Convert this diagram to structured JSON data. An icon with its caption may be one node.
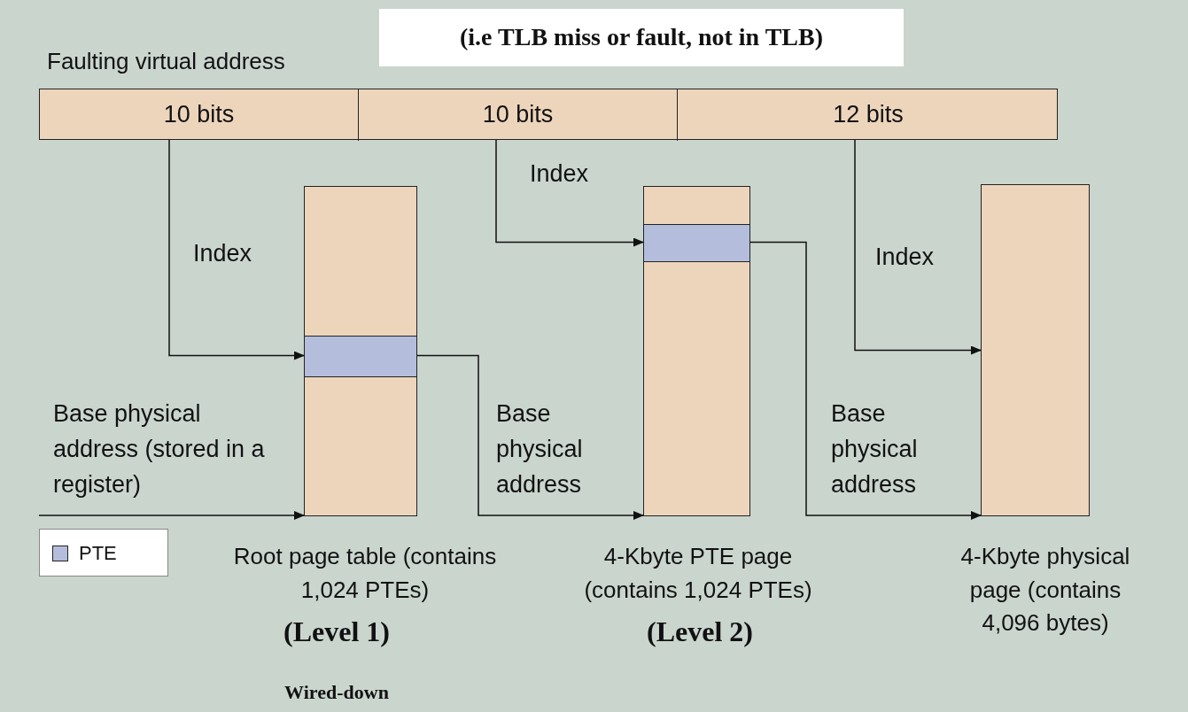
{
  "diagram": {
    "nodes": [
      {
        "text": [
          "Faulting virtual address"
        ]
      },
      {
        "text": [
          "10 bits"
        ],
        "in": 0
      },
      {
        "text": [
          "10 bits"
        ],
        "in": 0
      },
      {
        "text": [
          "12 bits"
        ],
        "in": 0
      },
      {
        "text": [
          "(i.e TLB miss or fault, not in TLB)"
        ]
      },
      {
        "text": [],
        "shape": "box",
        "beside": [
          "Root page table (contains 1,024 PTEs)",
          "(Level 1)",
          "Wired-down"
        ]
      },
      {
        "text": [],
        "shape": "box",
        "in": 5
      },
      {
        "text": [],
        "shape": "box",
        "beside": [
          "4-Kbyte PTE page (contains 1,024 PTEs)",
          "(Level 2)"
        ]
      },
      {
        "text": [],
        "shape": "box",
        "in": 7
      },
      {
        "text": [],
        "shape": "box",
        "beside": [
          "4-Kbyte physical page (contains 4,096 bytes)"
        ]
      }
    ],
    "edges": [
      {
        "from": 1,
        "to": 6,
        "arrow": "to",
        "label": "Index"
      },
      {
        "from": 2,
        "to": 8,
        "arrow": "to",
        "label": "Index"
      },
      {
        "from": 3,
        "to": 9,
        "arrow": "to",
        "label": "Index"
      },
      {
        "from": null,
        "to": 5,
        "arrow": "to",
        "label": "Base physical address (stored in a register)"
      },
      {
        "from": 6,
        "to": 7,
        "arrow": "to",
        "label": "Base physical address"
      },
      {
        "from": 8,
        "to": 9,
        "arrow": "to",
        "label": "Base physical address"
      }
    ],
    "legend": [
      {
        "text": "PTE",
        "color": "#b4bedc"
      }
    ]
  }
}
